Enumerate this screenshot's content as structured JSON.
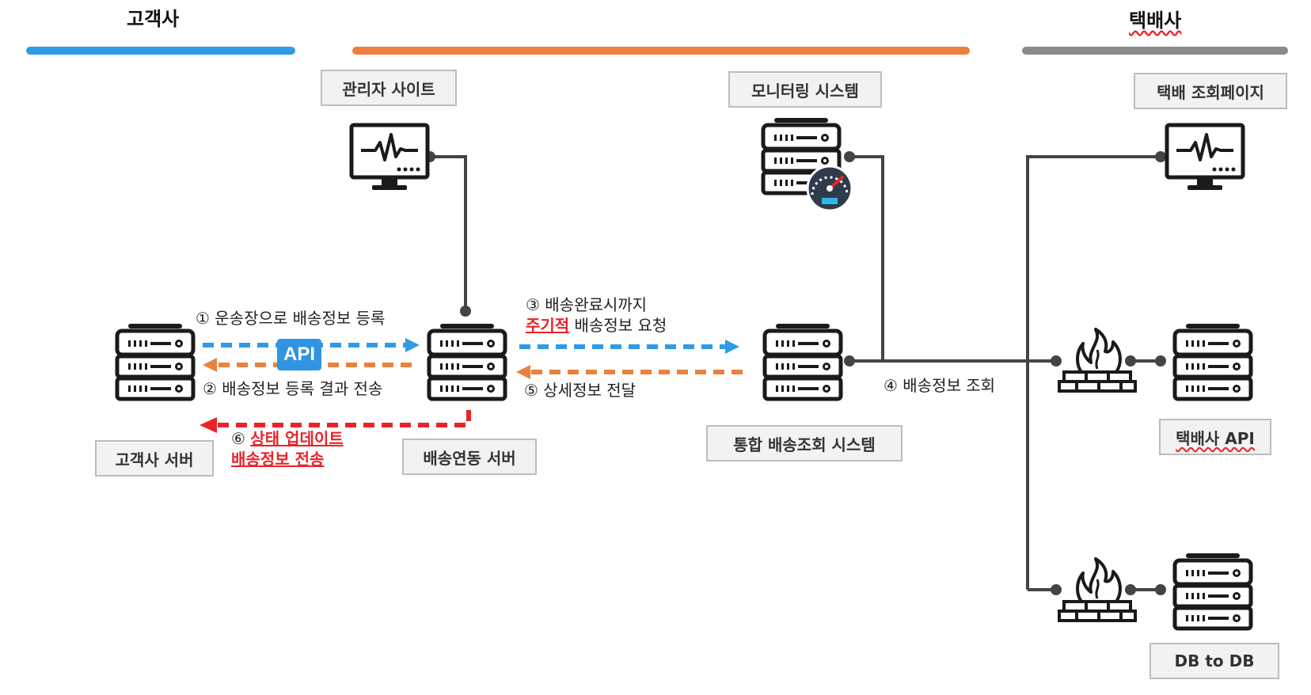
{
  "sections": {
    "customer": "고객사",
    "courier": "택배사"
  },
  "colors": {
    "customer_bar": "#2f9be6",
    "middle_bar": "#ec7f3a",
    "courier_bar": "#8a8a8a",
    "blue_arrow": "#2f9be6",
    "orange_arrow": "#e9823d",
    "red_arrow": "#e8232a"
  },
  "nodes": {
    "admin_site": "관리자 사이트",
    "monitoring": "모니터링 시스템",
    "tracking_page": "택배 조회페이지",
    "customer_server": "고객사 서버",
    "link_server": "배송연동 서버",
    "integrated_system": "통합 배송조회 시스템",
    "courier_api": "택배사 API",
    "db_to_db": "DB to DB"
  },
  "badge": "API",
  "flows": {
    "f1": "① 운송장으로 배송정보 등록",
    "f2": "② 배송정보 등록 결과 전송",
    "f3_line1": "③ 배송완료시까지",
    "f3_red": "주기적",
    "f3_rest": " 배송정보 요청",
    "f4": "④ 배송정보 조회",
    "f5": "⑤ 상세정보 전달",
    "f6_num": "⑥ ",
    "f6_line1": "상태 업데이트",
    "f6_line2": "배송정보 전송"
  },
  "icons": {
    "monitor": "monitor-icon",
    "server": "server-icon",
    "gauge": "speedometer-icon",
    "firewall": "firewall-icon"
  }
}
